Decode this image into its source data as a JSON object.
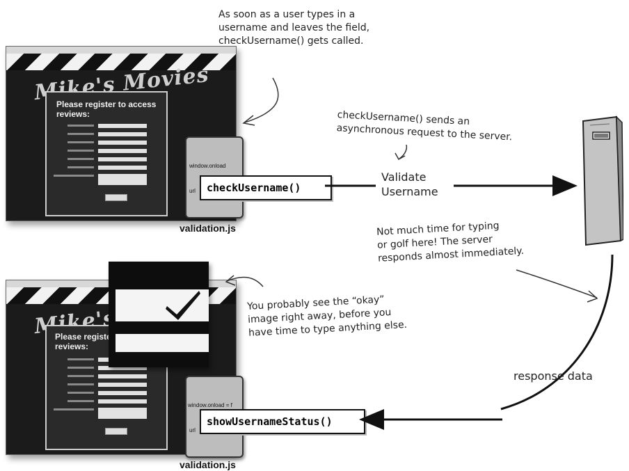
{
  "annotations": {
    "top_note": "As soon as a user types in a\nusername and leaves the field,\ncheckUsername() gets called.",
    "request_note": "checkUsername() sends an\nasynchronous request to the server.",
    "validate_label": "Validate\nUsername",
    "server_note": "Not much time for typing\nor golf here! The server\nresponds almost immediately.",
    "okay_note": "You probably see the “okay”\nimage right away, before you\nhave time to type anything else.",
    "response_label": "response data"
  },
  "top": {
    "site_logo": "Mike's Movies",
    "form_title": "Please register to access\nreviews:",
    "doc_snippet_1": "window.onload",
    "doc_snippet_2": "url",
    "function_call": "checkUsername()",
    "file_label": "validation.js"
  },
  "bottom": {
    "site_logo": "Mike's Movies",
    "form_title": "Please register to\nreviews:",
    "doc_snippet_1": "window.onload = f",
    "doc_snippet_2": "url",
    "function_call": "showUsernameStatus()",
    "file_label": "validation.js"
  },
  "colors": {
    "ink": "#111111",
    "screen_bg": "#1b1b1b",
    "server_body": "#c4c4c4"
  }
}
